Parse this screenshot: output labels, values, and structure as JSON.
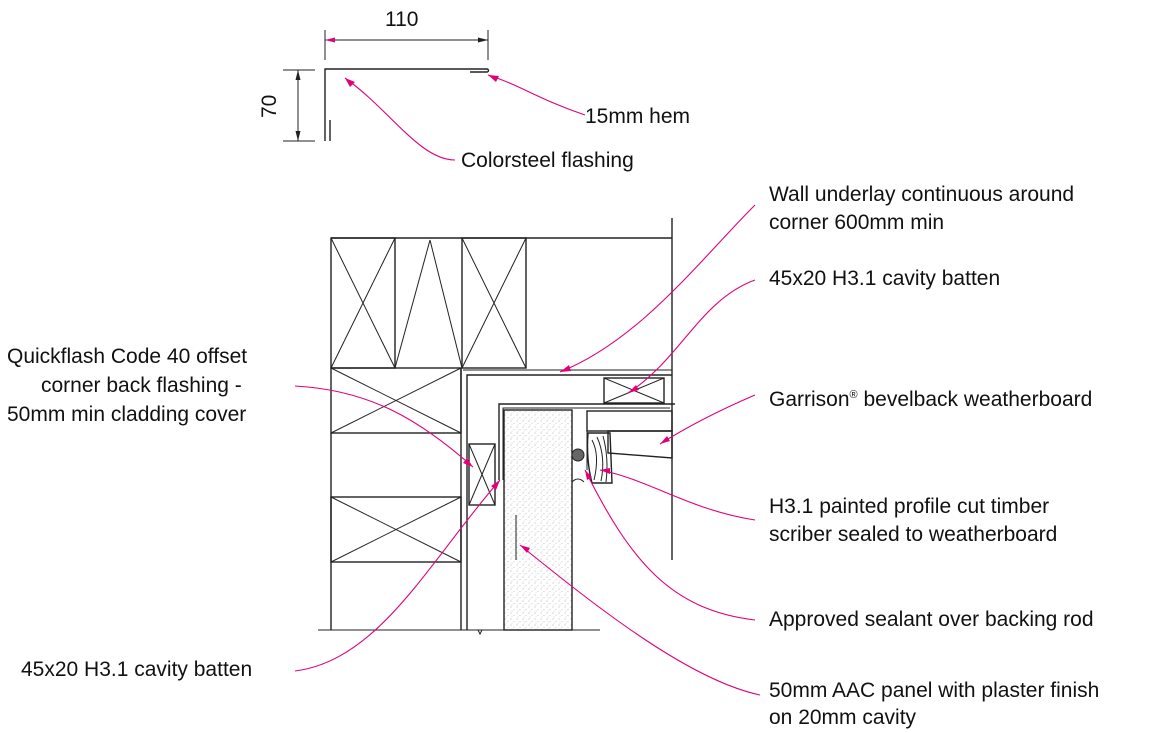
{
  "dimensions": {
    "width_label": "110",
    "height_label": "70"
  },
  "labels": {
    "hem": "15mm hem",
    "colorsteel": "Colorsteel  flashing",
    "underlay_1": "Wall underlay continuous around",
    "underlay_2": "corner 600mm min",
    "batten_top": "45x20 H3.1 cavity batten",
    "quickflash_1": "Quickflash Code 40 offset",
    "quickflash_2": "corner back flashing -",
    "quickflash_3": "50mm min cladding cover",
    "garrison_a": "Garrison",
    "garrison_mark": "®",
    "garrison_b": " bevelback weatherboard",
    "scriber_1": "H3.1 painted profile cut timber",
    "scriber_2": "scriber sealed to weatherboard",
    "sealant": "Approved sealant over backing rod",
    "batten_bottom": "45x20 H3.1 cavity batten",
    "aac_1": "50mm AAC panel with plaster finish",
    "aac_2": "on 20mm cavity"
  },
  "colors": {
    "leader": "#e0007a",
    "linework": "#222222"
  }
}
